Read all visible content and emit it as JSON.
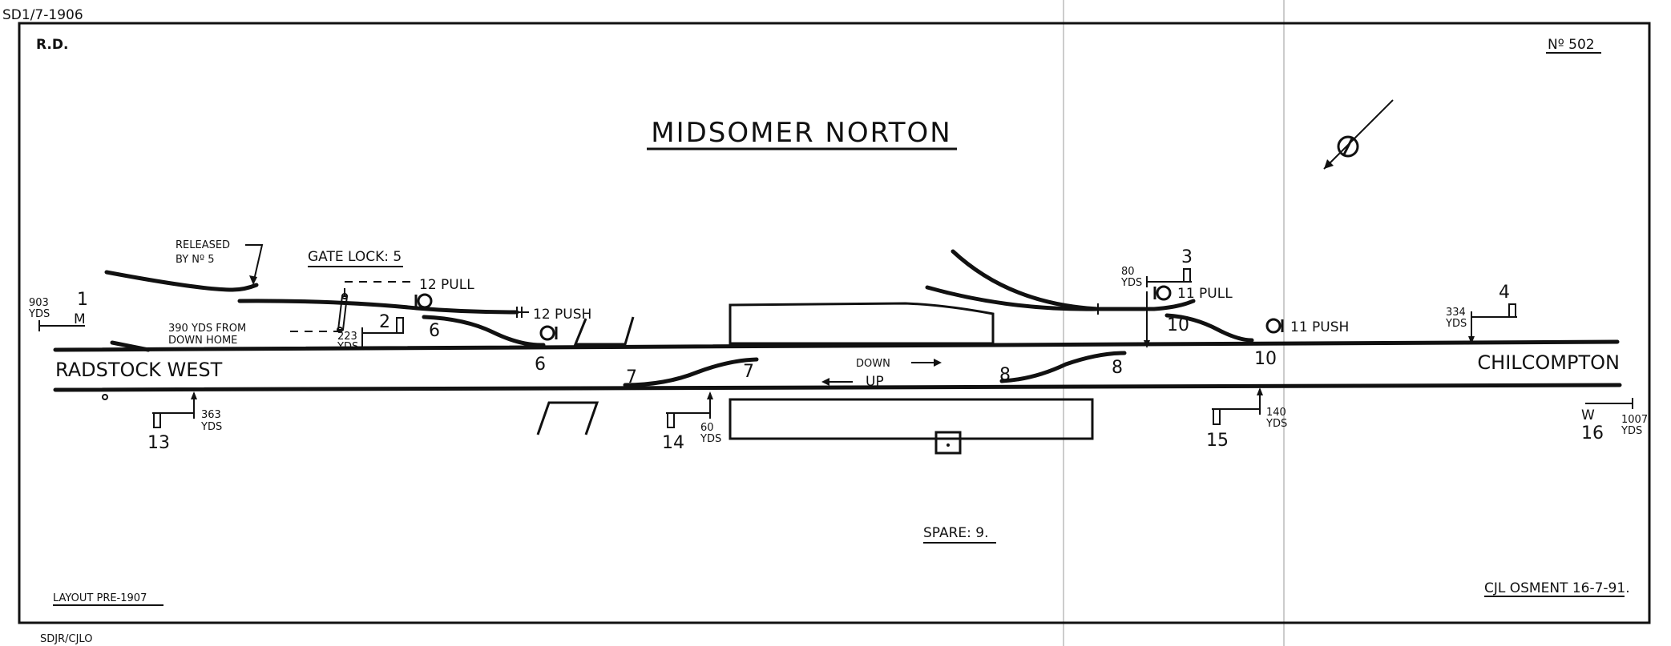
{
  "header": {
    "ref_code": "SD1/7-1906",
    "initials": "R.D.",
    "diagram_number": "Nº 502",
    "title": "MIDSOMER NORTON"
  },
  "stations": {
    "left": "RADSTOCK WEST",
    "right": "CHILCOMPTON"
  },
  "directions": {
    "down": "DOWN",
    "up": "UP"
  },
  "notes": {
    "released_line1": "RELEASED",
    "released_line2": "BY Nº 5",
    "gate_lock": "GATE LOCK: 5",
    "from_home_line1": "390 YDS FROM",
    "from_home_line2": "DOWN HOME",
    "spare": "SPARE: 9.",
    "layout": "LAYOUT PRE-1907",
    "author": "CJL OSMENT 16-7-91.",
    "footer_ref": "SDJR/CJLO"
  },
  "signals": {
    "s1": {
      "num": "1",
      "dist": "903",
      "unit": "YDS",
      "arm": "M"
    },
    "s2": {
      "num": "2",
      "dist": "223",
      "unit": "YDS"
    },
    "s3": {
      "num": "3",
      "dist": "80",
      "unit": "YDS"
    },
    "s4": {
      "num": "4",
      "dist": "334",
      "unit": "YDS"
    },
    "s13": {
      "num": "13",
      "dist": "363",
      "unit": "YDS"
    },
    "s14": {
      "num": "14",
      "dist": "60",
      "unit": "YDS"
    },
    "s15": {
      "num": "15",
      "dist": "140",
      "unit": "YDS"
    },
    "s16": {
      "num": "16",
      "dist": "1007",
      "unit": "YDS",
      "arm": "W"
    }
  },
  "discs": {
    "d12pull": "12 PULL",
    "d12push": "12 PUSH",
    "d11pull": "11 PULL",
    "d11push": "11 PUSH"
  },
  "points": {
    "p6a": "6",
    "p6b": "6",
    "p7a": "7",
    "p7b": "7",
    "p8a": "8",
    "p8b": "8",
    "p10a": "10",
    "p10b": "10"
  }
}
